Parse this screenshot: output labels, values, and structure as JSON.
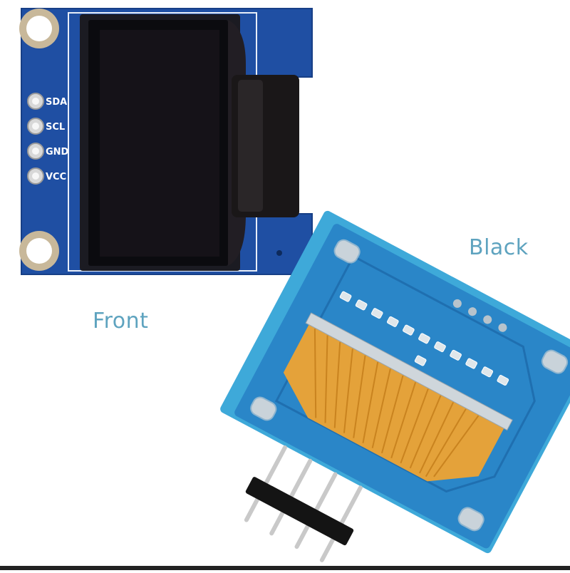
{
  "captions": {
    "front": "Front",
    "back": "Black"
  },
  "pins": [
    "SDA",
    "SCL",
    "GND",
    "VCC"
  ],
  "colors": {
    "pcb_front": "#1f4fa3",
    "pcb_back": "#2a86c8",
    "pcb_back_edge": "#3ea9d9",
    "screen": "#0b0b0f",
    "flex_cable": "#e4a23a",
    "caption": "#5ea3bf",
    "header_pins": "#c9c9c9",
    "header_body": "#141414"
  }
}
